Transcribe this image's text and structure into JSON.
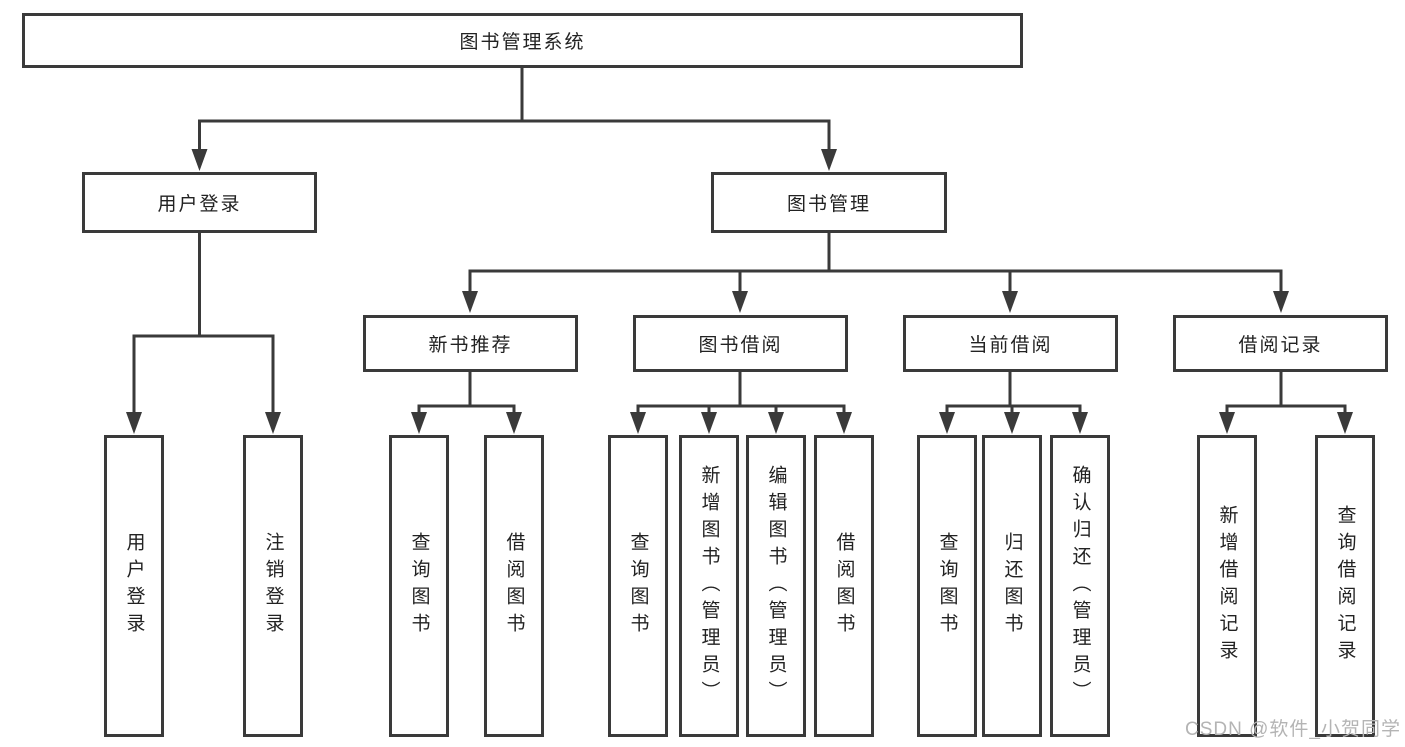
{
  "diagram": {
    "root": {
      "label": "图书管理系统"
    },
    "children": [
      {
        "label": "用户登录",
        "children": [
          {
            "label": "用户登录"
          },
          {
            "label": "注销登录"
          }
        ]
      },
      {
        "label": "图书管理",
        "children": [
          {
            "label": "新书推荐",
            "children": [
              {
                "label": "查询图书"
              },
              {
                "label": "借阅图书"
              }
            ]
          },
          {
            "label": "图书借阅",
            "children": [
              {
                "label": "查询图书"
              },
              {
                "label": "新增图书（管理员）"
              },
              {
                "label": "编辑图书（管理员）"
              },
              {
                "label": "借阅图书"
              }
            ]
          },
          {
            "label": "当前借阅",
            "children": [
              {
                "label": "查询图书"
              },
              {
                "label": "归还图书"
              },
              {
                "label": "确认归还（管理员）"
              }
            ]
          },
          {
            "label": "借阅记录",
            "children": [
              {
                "label": "新增借阅记录"
              },
              {
                "label": "查询借阅记录"
              }
            ]
          }
        ]
      }
    ]
  },
  "watermark": {
    "text": "CSDN @软件_小贺同学"
  },
  "colors": {
    "line": "#3a3a3a",
    "box_border": "#3a3a3a",
    "text": "#222222",
    "watermark": "#b4b4b4",
    "background": "#ffffff"
  }
}
